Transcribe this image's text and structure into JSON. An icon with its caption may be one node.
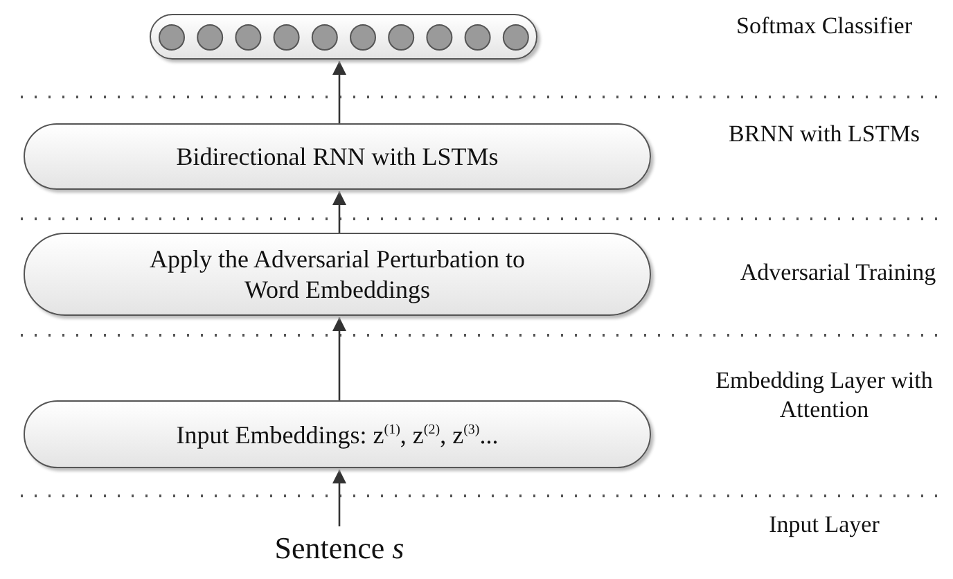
{
  "diagram": {
    "nodes": [
      {
        "text": [],
        "shape": "box"
      },
      {
        "text": [
          "Bidirectional RNN with LSTMs"
        ]
      },
      {
        "text": [
          "Apply the Adversarial Perturbation to Word Embeddings"
        ]
      },
      {
        "text": [
          "Input Embeddings: z$^{(1)}$,  z$^{(2)}$,  z$^{(3)}$..."
        ]
      },
      {
        "text": [
          "Sentence *s*"
        ]
      }
    ],
    "edges": [
      {
        "from": 4,
        "to": 3,
        "arrow": "to"
      },
      {
        "from": 3,
        "to": 2,
        "arrow": "to"
      },
      {
        "from": 2,
        "to": 1,
        "arrow": "to"
      },
      {
        "from": 1,
        "to": 0,
        "arrow": "to"
      }
    ],
    "labels": [
      "Softmax Classifier",
      "BRNN with LSTMs",
      "Adversarial Training",
      "Embedding Layer with Attention",
      "Input Layer"
    ]
  }
}
